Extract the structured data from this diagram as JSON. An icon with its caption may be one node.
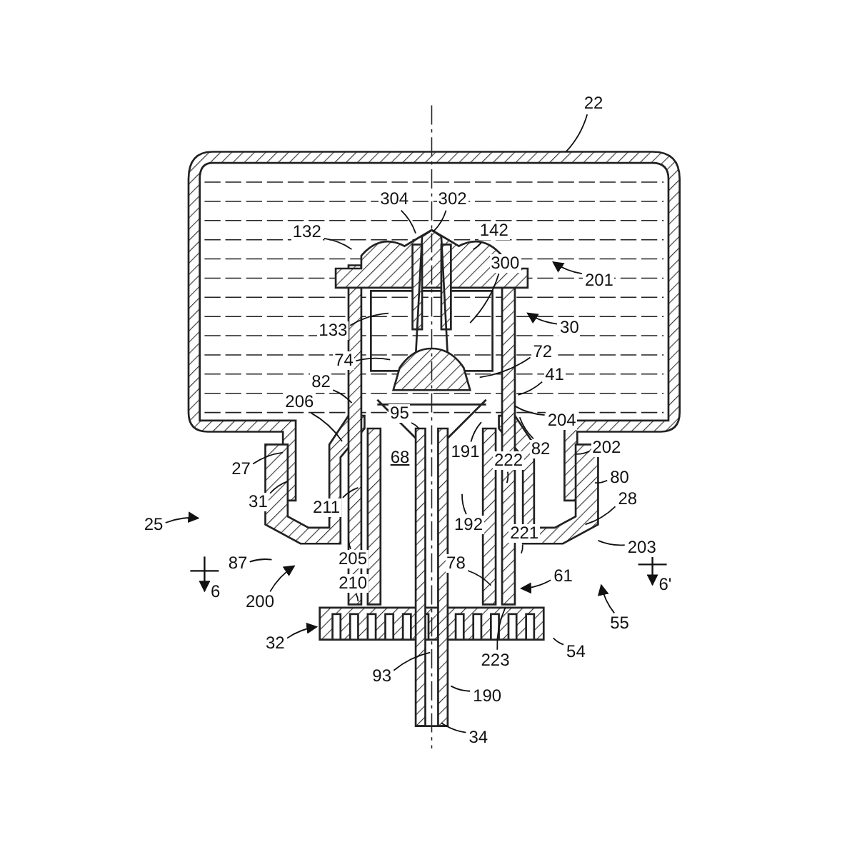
{
  "diagram": {
    "nodes": [
      {
        "text": [
          "22"
        ]
      },
      {
        "text": [
          "304"
        ]
      },
      {
        "text": [
          "302"
        ]
      },
      {
        "text": [
          "132"
        ]
      },
      {
        "text": [
          "142"
        ]
      },
      {
        "text": [
          "201"
        ]
      },
      {
        "text": [
          "300"
        ]
      },
      {
        "text": [
          "133"
        ]
      },
      {
        "text": [
          "30"
        ]
      },
      {
        "text": [
          "74"
        ]
      },
      {
        "text": [
          "72"
        ]
      },
      {
        "text": [
          "82"
        ]
      },
      {
        "text": [
          "41"
        ]
      },
      {
        "text": [
          "204"
        ]
      },
      {
        "text": [
          "82"
        ]
      },
      {
        "text": [
          "206"
        ]
      },
      {
        "text": [
          "95"
        ]
      },
      {
        "text": [
          "191"
        ]
      },
      {
        "text": [
          "222"
        ]
      },
      {
        "text": [
          "202"
        ]
      },
      {
        "text": [
          "27"
        ]
      },
      {
        "text": [
          "80"
        ]
      },
      {
        "text": [
          "31"
        ]
      },
      {
        "text": [
          "211"
        ]
      },
      {
        "text": [
          "28"
        ]
      },
      {
        "text": [
          "87"
        ]
      },
      {
        "text": [
          "192"
        ]
      },
      {
        "text": [
          "25"
        ]
      },
      {
        "text": [
          "205"
        ]
      },
      {
        "text": [
          "78"
        ]
      },
      {
        "text": [
          "221"
        ]
      },
      {
        "text": [
          "203"
        ]
      },
      {
        "text": [
          "200"
        ]
      },
      {
        "text": [
          "210"
        ]
      },
      {
        "text": [
          "61"
        ]
      },
      {
        "text": [
          "55"
        ]
      },
      {
        "text": [
          "54"
        ]
      },
      {
        "text": [
          "32"
        ]
      },
      {
        "text": [
          "223"
        ]
      },
      {
        "text": [
          "93"
        ]
      },
      {
        "text": [
          "190"
        ]
      },
      {
        "text": [
          "34"
        ]
      }
    ],
    "edges": [
      {
        "from": 0,
        "to": null,
        "arrow": "none"
      },
      {
        "from": 1,
        "to": null,
        "arrow": "none"
      },
      {
        "from": 2,
        "to": null,
        "arrow": "none"
      },
      {
        "from": 3,
        "to": null,
        "arrow": "none"
      },
      {
        "from": 4,
        "to": null,
        "arrow": "none"
      },
      {
        "from": 5,
        "to": null,
        "arrow": "to"
      },
      {
        "from": 6,
        "to": null,
        "arrow": "none"
      },
      {
        "from": 7,
        "to": null,
        "arrow": "none"
      },
      {
        "from": 8,
        "to": null,
        "arrow": "to"
      },
      {
        "from": 9,
        "to": null,
        "arrow": "none"
      },
      {
        "from": 10,
        "to": null,
        "arrow": "none"
      },
      {
        "from": 11,
        "to": null,
        "arrow": "none"
      },
      {
        "from": 12,
        "to": null,
        "arrow": "none"
      },
      {
        "from": 13,
        "to": null,
        "arrow": "none"
      },
      {
        "from": 14,
        "to": null,
        "arrow": "none"
      },
      {
        "from": 15,
        "to": null,
        "arrow": "none"
      },
      {
        "from": 16,
        "to": null,
        "arrow": "none"
      },
      {
        "from": 17,
        "to": null,
        "arrow": "none"
      },
      {
        "from": 18,
        "to": null,
        "arrow": "none"
      },
      {
        "from": 19,
        "to": null,
        "arrow": "none"
      },
      {
        "from": 20,
        "to": null,
        "arrow": "none"
      },
      {
        "from": 21,
        "to": null,
        "arrow": "none"
      },
      {
        "from": 22,
        "to": null,
        "arrow": "none"
      },
      {
        "from": 23,
        "to": null,
        "arrow": "none"
      },
      {
        "from": 24,
        "to": null,
        "arrow": "none"
      },
      {
        "from": 25,
        "to": null,
        "arrow": "none"
      },
      {
        "from": 26,
        "to": null,
        "arrow": "none"
      },
      {
        "from": 27,
        "to": null,
        "arrow": "to"
      },
      {
        "from": 28,
        "to": null,
        "arrow": "none"
      },
      {
        "from": 29,
        "to": null,
        "arrow": "none"
      },
      {
        "from": 30,
        "to": null,
        "arrow": "none"
      },
      {
        "from": 31,
        "to": null,
        "arrow": "none"
      },
      {
        "from": 32,
        "to": null,
        "arrow": "to"
      },
      {
        "from": 33,
        "to": null,
        "arrow": "none"
      },
      {
        "from": 34,
        "to": null,
        "arrow": "to"
      },
      {
        "from": 35,
        "to": null,
        "arrow": "to"
      },
      {
        "from": 36,
        "to": null,
        "arrow": "none"
      },
      {
        "from": 37,
        "to": null,
        "arrow": "to"
      },
      {
        "from": 38,
        "to": null,
        "arrow": "none"
      },
      {
        "from": 39,
        "to": null,
        "arrow": "none"
      },
      {
        "from": 40,
        "to": null,
        "arrow": "none"
      },
      {
        "from": 41,
        "to": null,
        "arrow": "none"
      }
    ],
    "labels": [
      "68",
      "6",
      "6'"
    ]
  }
}
